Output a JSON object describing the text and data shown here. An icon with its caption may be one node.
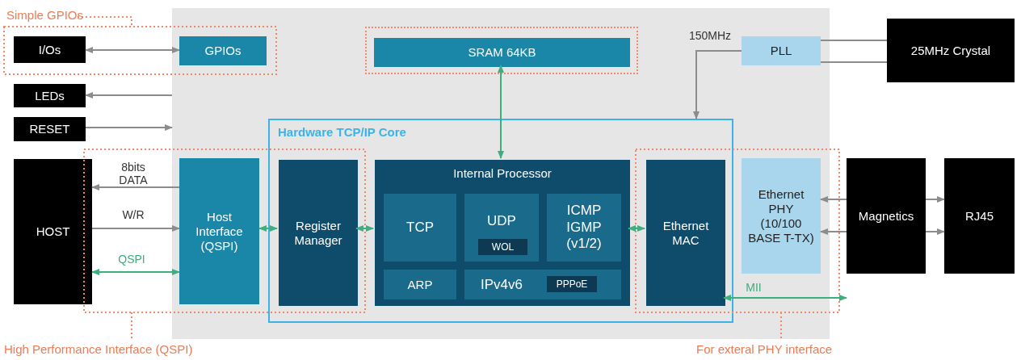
{
  "diagram": {
    "nodes": [
      {
        "text": [],
        "shape": "box"
      },
      {
        "text": [
          "I/Os"
        ]
      },
      {
        "text": [
          "GPIOs"
        ],
        "in": 0
      },
      {
        "text": [],
        "shape": "box",
        "in": 0
      },
      {
        "text": [
          "SRAM 64KB"
        ],
        "in": 3
      },
      {
        "text": [
          "PLL"
        ],
        "in": 0
      },
      {
        "text": [
          "25MHz Crystal"
        ]
      },
      {
        "text": [
          "LEDs"
        ]
      },
      {
        "text": [
          "RESET"
        ]
      },
      {
        "text": [
          "Hardware TCP/IP Core"
        ],
        "in": 0
      },
      {
        "text": [
          "HOST"
        ]
      },
      {
        "text": [
          "Host Interface (QSPI)"
        ],
        "in": 0
      },
      {
        "text": [
          "Register Manager"
        ],
        "in": 9
      },
      {
        "text": [
          "Internal Processor"
        ],
        "in": 9
      },
      {
        "text": [
          "TCP"
        ],
        "in": 13
      },
      {
        "text": [
          "UDP"
        ],
        "in": 13
      },
      {
        "text": [
          "WOL"
        ],
        "in": 15
      },
      {
        "text": [
          "ICMP IGMP (v1/2)"
        ],
        "in": 13
      },
      {
        "text": [
          "ARP"
        ],
        "in": 13
      },
      {
        "text": [
          "IPv4v6"
        ],
        "in": 13
      },
      {
        "text": [
          "PPPoE"
        ],
        "in": 19
      },
      {
        "text": [
          "Ethernet MAC"
        ],
        "in": 9
      },
      {
        "text": [
          "Ethernet PHY (10/100 BASE T-TX)"
        ],
        "in": 0
      },
      {
        "text": [
          "Magnetics"
        ]
      },
      {
        "text": [
          "RJ45"
        ]
      }
    ],
    "edges": [
      {
        "from": 1,
        "to": 2,
        "arrow": "both"
      },
      {
        "from": 0,
        "to": 7,
        "arrow": "to"
      },
      {
        "from": 8,
        "to": 0,
        "arrow": "to"
      },
      {
        "from": 11,
        "to": 10,
        "arrow": "to",
        "label": "8bits DATA"
      },
      {
        "from": 10,
        "to": 11,
        "arrow": "to",
        "label": "W/R"
      },
      {
        "from": 10,
        "to": 11,
        "arrow": "both",
        "label": "QSPI",
        "color": "#3dae7e"
      },
      {
        "from": 11,
        "to": 12,
        "arrow": "both",
        "color": "#3dae7e"
      },
      {
        "from": 12,
        "to": 13,
        "arrow": "both",
        "color": "#3dae7e"
      },
      {
        "from": 4,
        "to": 13,
        "arrow": "both",
        "color": "#3dae7e"
      },
      {
        "from": 13,
        "to": 21,
        "arrow": "both",
        "color": "#3dae7e"
      },
      {
        "from": 5,
        "to": 9,
        "arrow": "to",
        "label": "150MHz"
      },
      {
        "from": 5,
        "to": 6,
        "arrow": "none"
      },
      {
        "from": 5,
        "to": 6,
        "arrow": "none"
      },
      {
        "from": 23,
        "to": 22,
        "arrow": "to"
      },
      {
        "from": 23,
        "to": 22,
        "arrow": "to"
      },
      {
        "from": 23,
        "to": 24,
        "arrow": "to"
      },
      {
        "from": 23,
        "to": 24,
        "arrow": "to"
      },
      {
        "from": 21,
        "to": null,
        "arrow": "both",
        "label": "MII",
        "color": "#3dae7e"
      }
    ],
    "labels": [
      "Simple GPIOs",
      "High Performance Interface (QSPI)",
      "For exteral PHY interface"
    ]
  }
}
